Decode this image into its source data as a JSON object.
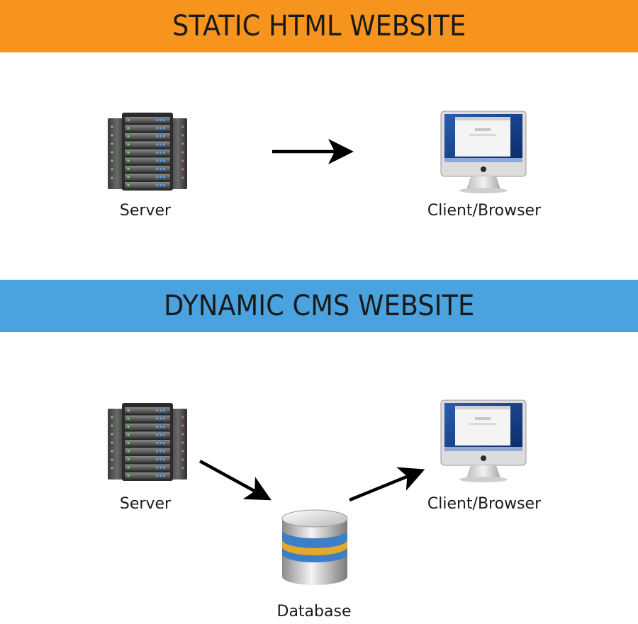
{
  "sections": {
    "static": {
      "title": "STATIC HTML WEBSITE",
      "color": "#f7941d",
      "server_label": "Server",
      "client_label": "Client/Browser"
    },
    "dynamic": {
      "title": "DYNAMIC CMS WEBSITE",
      "color": "#4aa3df",
      "server_label": "Server",
      "client_label": "Client/Browser",
      "database_label": "Database"
    }
  },
  "icons": {
    "server": "server-rack-icon",
    "client": "imac-monitor-icon",
    "database": "database-cylinder-icon"
  }
}
